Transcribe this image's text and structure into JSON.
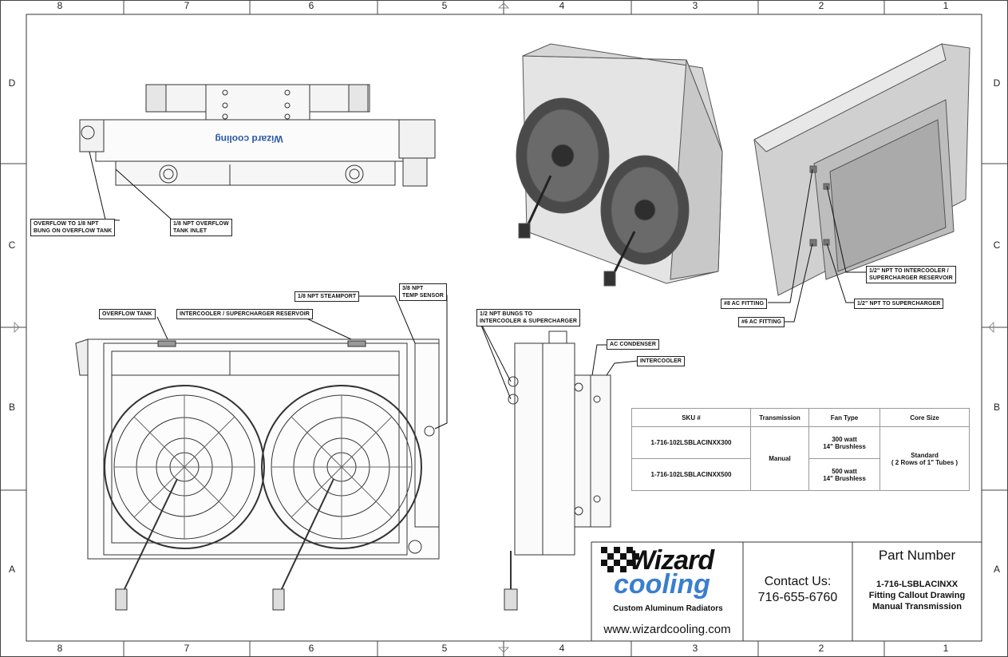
{
  "zones": {
    "columns": [
      "8",
      "7",
      "6",
      "5",
      "4",
      "3",
      "2",
      "1"
    ],
    "rows": [
      "D",
      "C",
      "B",
      "A"
    ]
  },
  "callouts": {
    "overflow_to_npt": [
      "OVERFLOW TO 1/8 NPT",
      "BUNG ON OVERFLOW TANK"
    ],
    "overflow_tank_inlet": [
      "1/8 NPT OVERFLOW",
      "TANK INLET"
    ],
    "steamport": [
      "1/8 NPT STEAMPORT"
    ],
    "temp_sensor": [
      "3/8 NPT",
      "TEMP SENSOR"
    ],
    "overflow_tank": [
      "OVERFLOW TANK"
    ],
    "intercooler_reservoir": [
      "INTERCOOLER / SUPERCHARGER RESERVOIR"
    ],
    "npt_bungs": [
      "1/2 NPT BUNGS TO",
      "INTERCOOLER & SUPERCHARGER"
    ],
    "ac_condenser": [
      "AC CONDENSER"
    ],
    "intercooler": [
      "INTERCOOLER"
    ],
    "npt_to_intercooler_reservoir": [
      "1/2\" NPT TO INTERCOOLER /",
      "SUPERCHARGER RESERVOIR"
    ],
    "ac8": [
      "#8 AC FITTING"
    ],
    "npt_to_supercharger": [
      "1/2\" NPT TO SUPERCHARGER"
    ],
    "ac6": [
      "#6 AC FITTING"
    ]
  },
  "table": {
    "headers": [
      "SKU #",
      "Transmission",
      "Fan Type",
      "Core Size"
    ],
    "sku1": "1-716-102LSBLACINXX300",
    "sku2": "1-716-102LSBLACINXX500",
    "transmission": "Manual",
    "fan1": [
      "300 watt",
      "14\" Brushless"
    ],
    "fan2": [
      "500 watt",
      "14\" Brushless"
    ],
    "core": [
      "Standard",
      "( 2 Rows of 1\" Tubes )"
    ]
  },
  "title_block": {
    "logo_top": "Wizard",
    "logo_bottom": "cooling",
    "tagline": "Custom Aluminum Radiators",
    "website": "www.wizardcooling.com",
    "contact_label": "Contact Us:",
    "phone": "716-655-6760",
    "part_number_label": "Part Number",
    "part_number": "1-716-LSBLACINXX",
    "desc1": "Fitting Callout Drawing",
    "desc2": "Manual Transmission"
  },
  "top_view_logo": "Wizard cooling"
}
